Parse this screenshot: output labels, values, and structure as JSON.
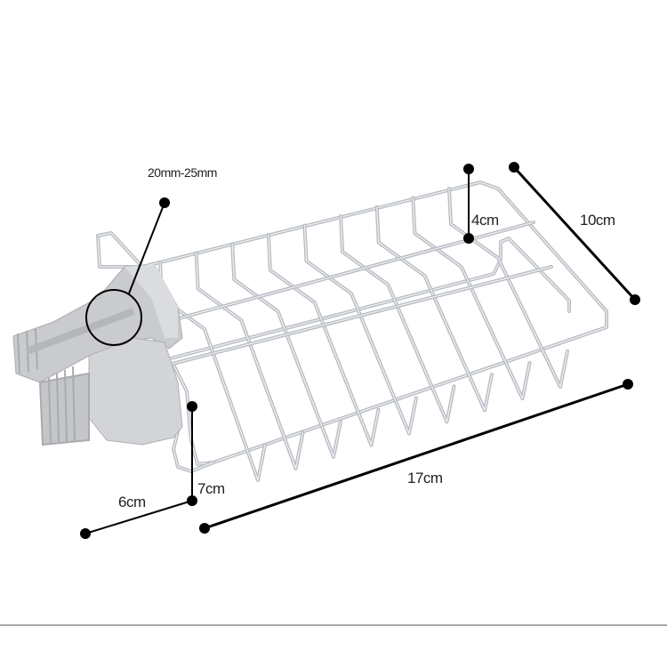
{
  "labels": {
    "pipe_diameter": "20mm-25mm",
    "depth": "4cm",
    "width": "10cm",
    "length": "17cm",
    "holder_width": "6cm",
    "holder_height": "7cm"
  },
  "colors": {
    "wire": "#b8bcc2",
    "wire_highlight": "#eef0f3",
    "holder": "#c9cbce",
    "marker": "#000000",
    "divider": "#8a8a8a"
  }
}
